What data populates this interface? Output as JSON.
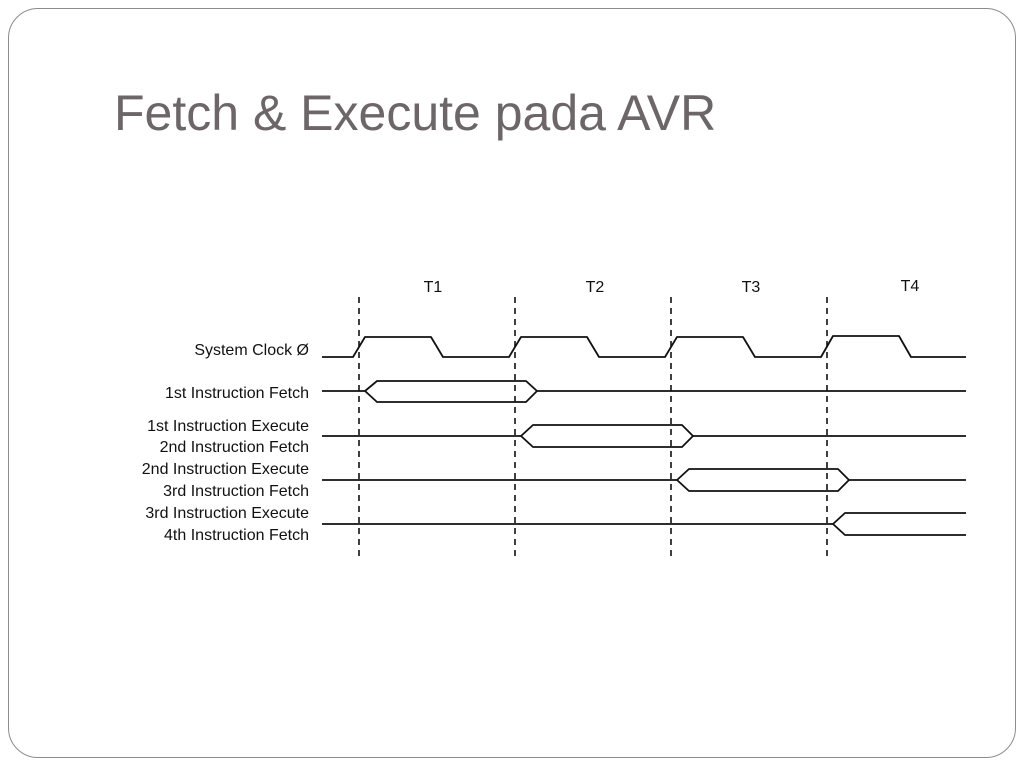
{
  "slide": {
    "title": "Fetch & Execute pada AVR"
  },
  "diagram": {
    "periods": [
      "T1",
      "T2",
      "T3",
      "T4"
    ],
    "signals": [
      {
        "lines": [
          "System Clock Ø"
        ]
      },
      {
        "lines": [
          "1st Instruction Fetch"
        ]
      },
      {
        "lines": [
          "1st Instruction Execute",
          "2nd Instruction Fetch"
        ]
      },
      {
        "lines": [
          "2nd Instruction Execute",
          "3rd Instruction Fetch"
        ]
      },
      {
        "lines": [
          "3rd Instruction Execute",
          "4th Instruction Fetch"
        ]
      }
    ],
    "colors": {
      "line": "#111111",
      "title": "#6d6668",
      "frame": "#8c8c8c"
    }
  }
}
